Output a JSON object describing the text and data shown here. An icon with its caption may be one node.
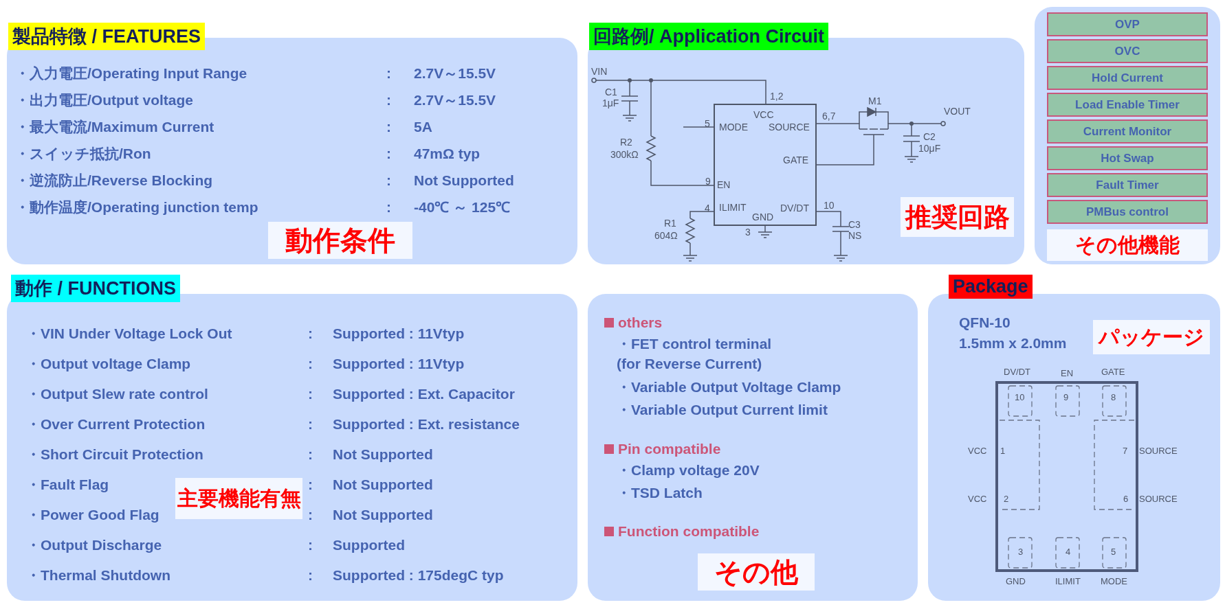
{
  "diagram": {
    "nodes": [
      {
        "text": [
          "製品特徴 / FEATURES",
          "・入力電圧/Operating Input Range",
          ":",
          "2.7V～15.5V",
          "・出力電圧/Output voltage",
          ":",
          "2.7V～15.5V",
          "・最大電流/Maximum Current",
          ":",
          "5A",
          "・スイッチ抵抗/Ron",
          ":",
          "47mΩ typ",
          "・逆流防止/Reverse Blocking",
          ":",
          "Not Supported",
          "・動作温度/Operating junction temp",
          ":",
          "-40℃ ～ 125℃"
        ]
      },
      {
        "text": [
          "動作条件"
        ],
        "in": 0
      },
      {
        "text": [
          "回路例/ Application Circuit"
        ]
      },
      {
        "text": [
          "推奨回路"
        ],
        "in": 2
      },
      {
        "text": [],
        "shape": "box"
      },
      {
        "text": [
          "OVP"
        ],
        "in": 4
      },
      {
        "text": [
          "OVC"
        ],
        "in": 4
      },
      {
        "text": [
          "Hold Current"
        ],
        "in": 4
      },
      {
        "text": [
          "Load Enable Timer"
        ],
        "in": 4
      },
      {
        "text": [
          "Current Monitor"
        ],
        "in": 4
      },
      {
        "text": [
          "Hot Swap"
        ],
        "in": 4
      },
      {
        "text": [
          "Fault Timer"
        ],
        "in": 4
      },
      {
        "text": [
          "PMBus control"
        ],
        "in": 4
      },
      {
        "text": [
          "その他機能"
        ],
        "in": 4
      },
      {
        "text": [
          "動作 / FUNCTIONS",
          "・VIN Under Voltage Lock Out",
          ":",
          "Supported : 11Vtyp",
          "・Output voltage Clamp",
          ":",
          "Supported : 11Vtyp",
          "・Output Slew rate control",
          ":",
          "Supported : Ext. Capacitor",
          "・Over Current Protection",
          ":",
          "Supported : Ext. resistance",
          "・Short Circuit Protection",
          ":",
          "Not Supported",
          "・Fault Flag",
          ":",
          "Not Supported",
          "・Power Good Flag",
          ":",
          "Not Supported",
          "・Output Discharge",
          ":",
          "Supported",
          "・Thermal Shutdown",
          ":",
          "Supported : 175degC typ"
        ]
      },
      {
        "text": [
          "主要機能有無"
        ],
        "in": 14
      },
      {
        "text": [
          "others",
          "・FET control terminal (for Reverse Current)",
          "・Variable Output Voltage Clamp",
          "・Variable Output Current limit",
          "Pin compatible",
          "・Clamp voltage 20V",
          "・TSD Latch",
          "Function compatible"
        ]
      },
      {
        "text": [
          "その他"
        ],
        "in": 16
      },
      {
        "text": [
          "Package",
          "QFN-10",
          "1.5mm x 2.0mm"
        ]
      },
      {
        "text": [
          "パッケージ"
        ],
        "in": 18
      }
    ],
    "labels": [
      "VIN",
      "C1",
      "1μF",
      "1,2",
      "VCC",
      "5",
      "MODE",
      "SOURCE",
      "6,7",
      "M1",
      "VOUT",
      "R2",
      "300kΩ",
      "C2",
      "10μF",
      "GATE",
      "9",
      "EN",
      "4",
      "ILIMIT",
      "GND",
      "DV/DT",
      "10",
      "R1",
      "604Ω",
      "3",
      "C3",
      "NS",
      "DV/DT",
      "EN",
      "GATE",
      "10",
      "9",
      "8",
      "VCC",
      "1",
      "7",
      "SOURCE",
      "VCC",
      "2",
      "6",
      "SOURCE",
      "3",
      "4",
      "5",
      "GND",
      "ILIMIT",
      "MODE"
    ]
  }
}
